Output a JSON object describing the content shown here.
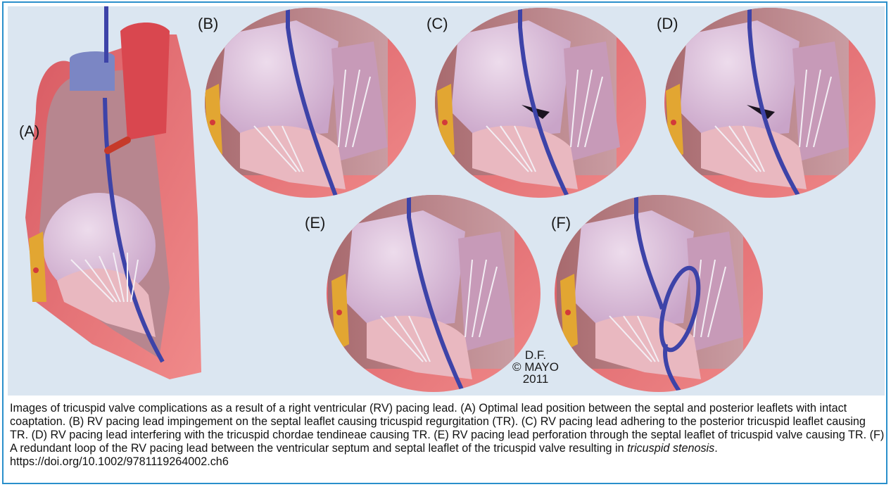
{
  "figure": {
    "panels": [
      {
        "id": "A",
        "label": "(A)"
      },
      {
        "id": "B",
        "label": "(B)"
      },
      {
        "id": "C",
        "label": "(C)"
      },
      {
        "id": "D",
        "label": "(D)"
      },
      {
        "id": "E",
        "label": "(E)"
      },
      {
        "id": "F",
        "label": "(F)"
      }
    ],
    "credit": {
      "line1": "D.F.",
      "line2": "© MAYO",
      "line3": "2011"
    }
  },
  "caption": {
    "text_main": "Images of tricuspid valve complications as a result of a right ventricular (RV) pacing lead. (A) Optimal lead position between the septal and posterior leaflets with intact coaptation. (B) RV pacing lead impingement on the septal leaflet causing tricuspid regurgitation (TR). (C) RV pacing lead adhering to the posterior tricuspid leaflet causing TR. (D) RV pacing lead interfering with the tricuspid chordae tendineae causing TR. (E) RV pacing lead perforation through the septal leaflet of tricuspid valve causing TR. (F) A redundant loop of the RV pacing lead between the ventricular septum and septal leaflet of the tricuspid valve resulting in ",
    "text_italic": "tricuspid stenosis",
    "text_end": ".  https://doi.org/10.1002/9781119264002.ch6"
  },
  "colors": {
    "border": "#2a8fcb",
    "background": "#dbe6f1",
    "tissue_red": "#e4656a",
    "tissue_pink": "#c9a0b8",
    "leaflet": "#dcc3de",
    "lead_blue": "#3d43a8",
    "fat_yellow": "#e2a632"
  }
}
